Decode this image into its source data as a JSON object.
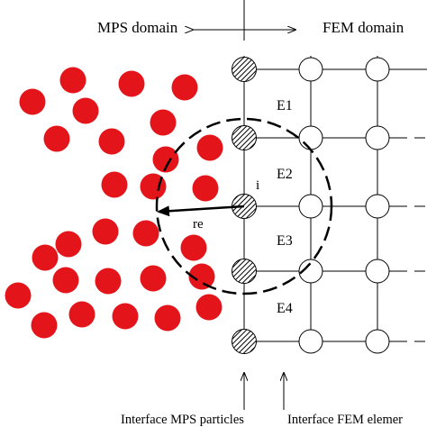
{
  "labels": {
    "mps_domain": "MPS domain",
    "fem_domain": "FEM domain",
    "element_1": "E1",
    "element_2": "E2",
    "element_3": "E3",
    "element_4": "E4",
    "particle_i": "i",
    "radius": "re",
    "interface_mps": "Interface MPS particles",
    "interface_fem": "Interface FEM elemer"
  },
  "colors": {
    "mps_particle": "#e4151a",
    "line": "#000000",
    "hatch": "#000000",
    "background": "#ffffff"
  },
  "legend_icons": {
    "domain_arrow": "double-headed-arrow-icon",
    "interface_arrow": "up-arrow-icon"
  }
}
